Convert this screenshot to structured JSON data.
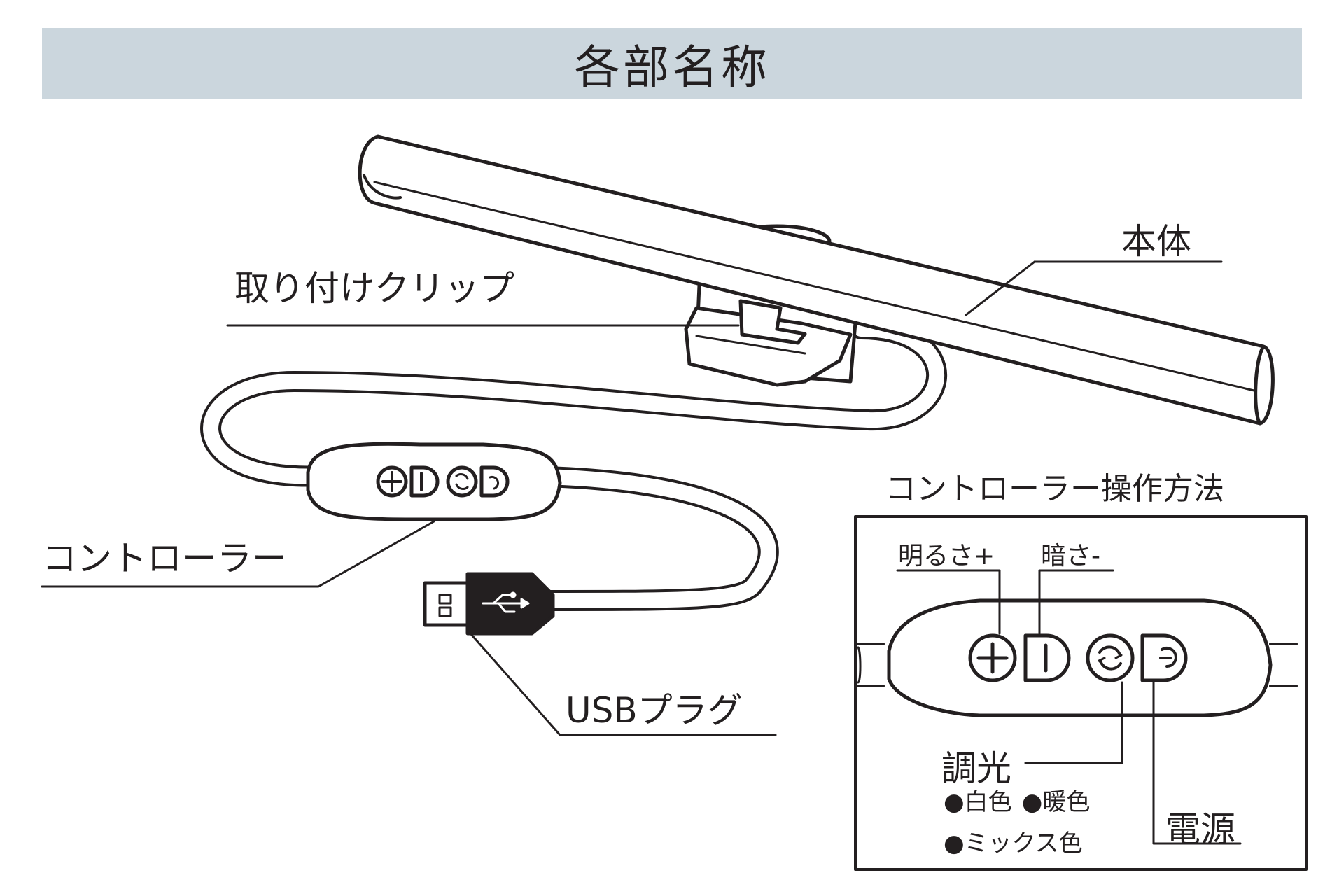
{
  "title": "各部名称",
  "parts": {
    "body": "本体",
    "clip": "取り付けクリップ",
    "controller": "コントローラー",
    "usb_plug": "USBプラグ"
  },
  "controller_panel": {
    "heading": "コントローラー操作方法",
    "brightness_up": "明るさ+",
    "brightness_down": "暗さ-",
    "dimming": "調光",
    "modes": [
      "白色",
      "暖色",
      "ミックス色"
    ],
    "power": "電源"
  },
  "colors": {
    "header_bg": "#cbd6dd",
    "ink": "#231f20",
    "usb_body": "#231f20"
  },
  "icons": [
    "plus-icon",
    "minus-icon",
    "cycle-icon",
    "power-icon",
    "usb-symbol-icon"
  ]
}
